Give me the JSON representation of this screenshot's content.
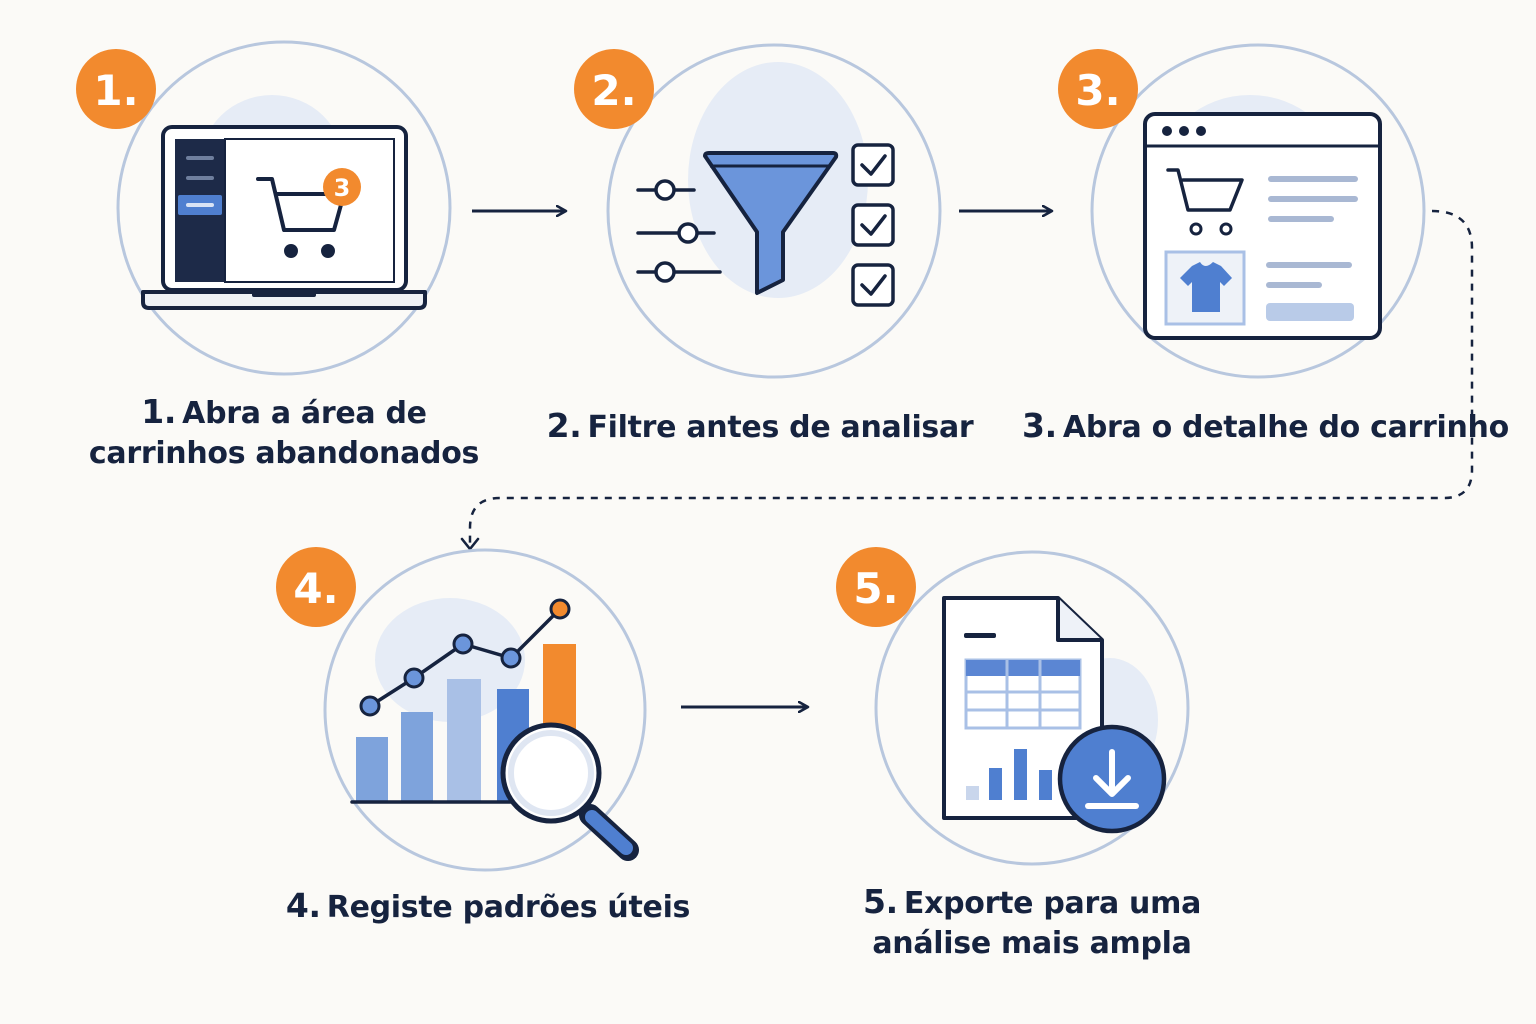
{
  "steps": [
    {
      "badge": "1.",
      "number": "1.",
      "line1": "Abra a área de",
      "line2": "carrinhos abandonados"
    },
    {
      "badge": "2.",
      "number": "2.",
      "line1": "Filtre antes de analisar"
    },
    {
      "badge": "3.",
      "number": "3.",
      "line1": "Abra o detalhe do carrinho"
    },
    {
      "badge": "4.",
      "number": "4.",
      "line1": "Registe padrões úteis"
    },
    {
      "badge": "5.",
      "number": "5.",
      "line1": "Exporte para uma",
      "line2": "análise mais ampla"
    }
  ],
  "cart_count": "3",
  "icons": [
    "laptop-cart-icon",
    "funnel-filter-icon",
    "cart-detail-window-icon",
    "chart-magnifier-icon",
    "spreadsheet-download-icon"
  ],
  "colors": {
    "accent_orange": "#f28a2e",
    "navy": "#16233f",
    "blue": "#4f7fd0",
    "light_blue": "#a9c0e6",
    "circle_stroke": "#b8c7de",
    "circle_fill": "#e9eef7"
  }
}
